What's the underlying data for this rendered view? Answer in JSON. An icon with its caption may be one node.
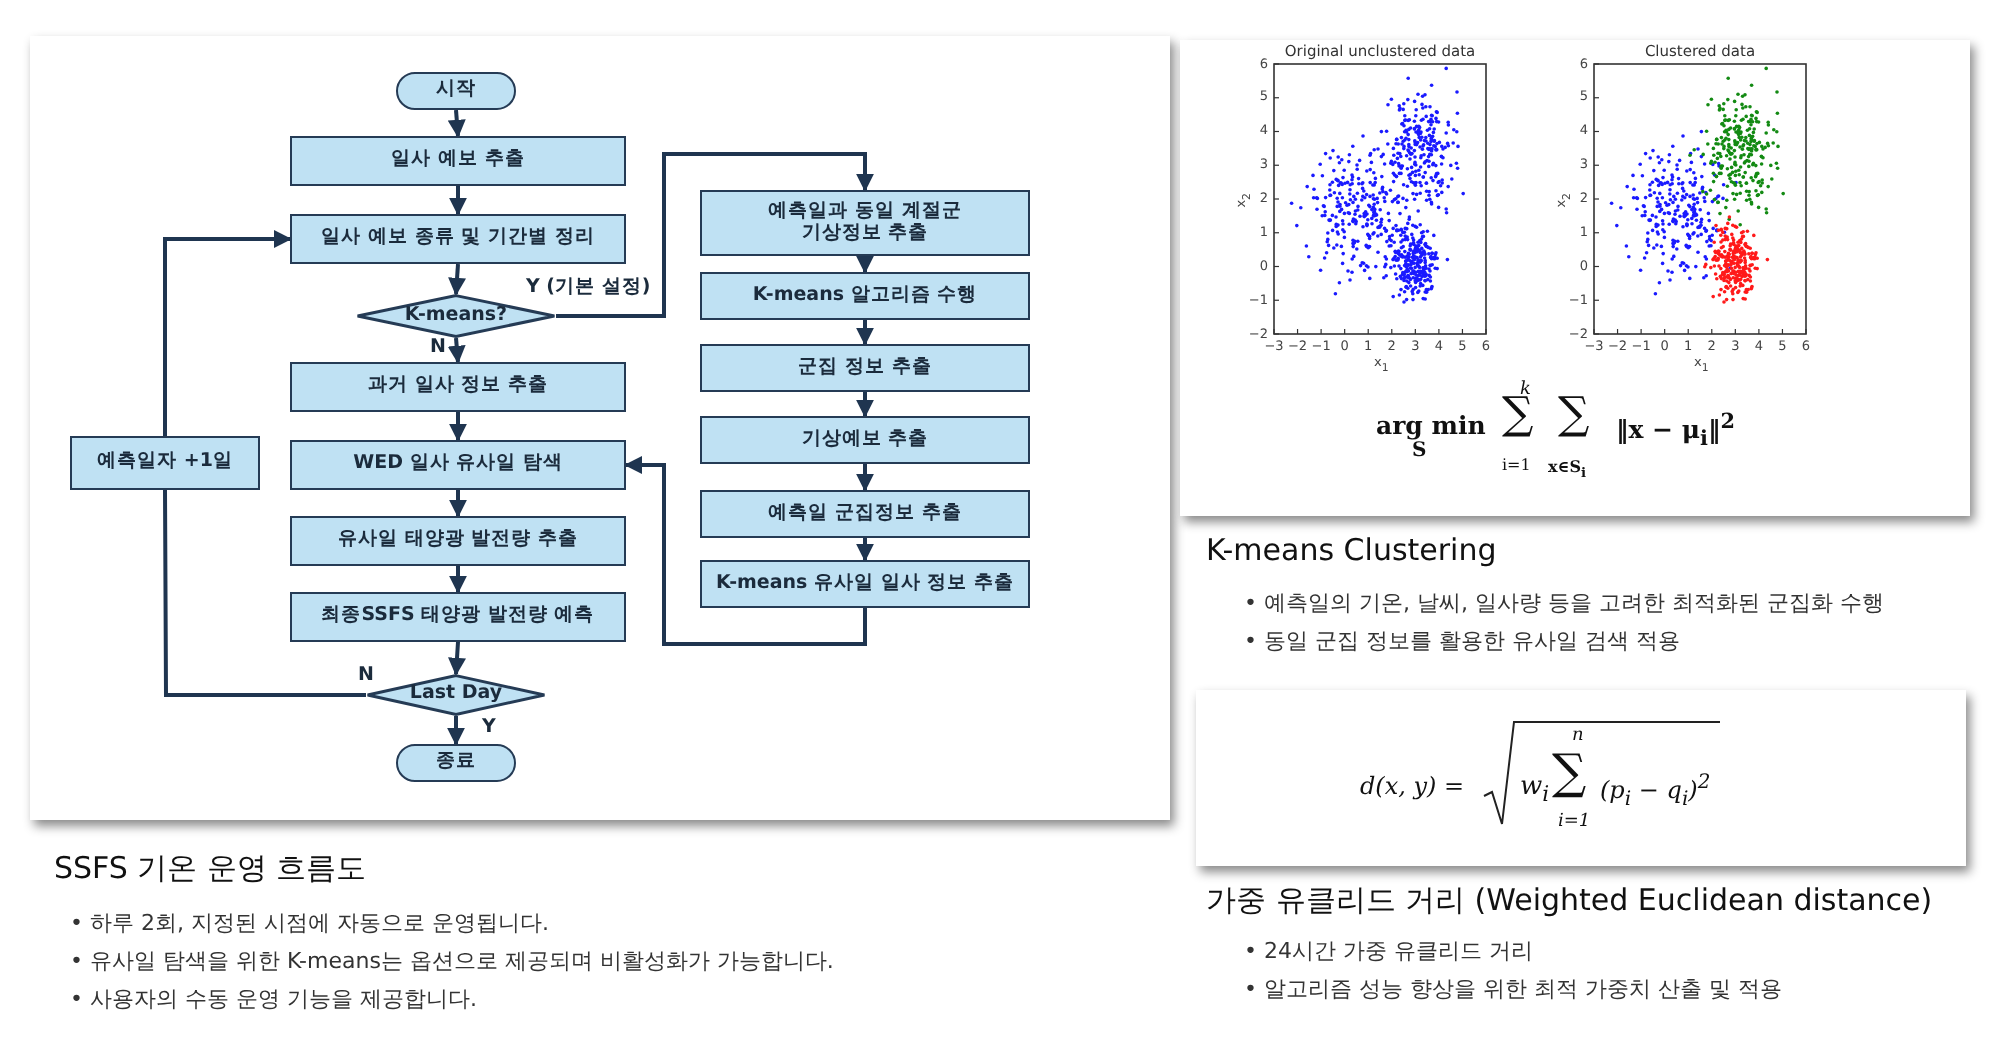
{
  "diagram": {
    "nodes": [
      {
        "text": [
          "시작"
        ]
      },
      {
        "text": [
          "일사 예보 추출"
        ]
      },
      {
        "text": [
          "일사 예보 종류 및 기간별 정리"
        ]
      },
      {
        "text": [
          "K-means?"
        ]
      },
      {
        "text": [
          "과거 일사 정보 추출"
        ]
      },
      {
        "text": [
          "WED 일사 유사일 탐색"
        ]
      },
      {
        "text": [
          "유사일 태양광 발전량 추출"
        ]
      },
      {
        "text": [
          "최종SSFS 태양광 발전량 예측"
        ]
      },
      {
        "text": [
          "Last Day"
        ]
      },
      {
        "text": [
          "종료"
        ]
      },
      {
        "text": [
          "예측일자 +1일"
        ]
      },
      {
        "text": [
          "예측일과 동일 계절군 기상정보 추출"
        ]
      },
      {
        "text": [
          "K-means 알고리즘 수행"
        ]
      },
      {
        "text": [
          "군집 정보 추출"
        ]
      },
      {
        "text": [
          "기상예보 추출"
        ]
      },
      {
        "text": [
          "예측일 군집정보 추출"
        ]
      },
      {
        "text": [
          "K-means 유사일 일사 정보 추출"
        ]
      }
    ],
    "edges": [
      {
        "from": 0,
        "to": 1,
        "arrow": "to"
      },
      {
        "from": 1,
        "to": 2,
        "arrow": "to"
      },
      {
        "from": 2,
        "to": 3,
        "arrow": "to"
      },
      {
        "from": 3,
        "to": 4,
        "arrow": "to",
        "label": "N"
      },
      {
        "from": 4,
        "to": 5,
        "arrow": "to"
      },
      {
        "from": 5,
        "to": 6,
        "arrow": "to"
      },
      {
        "from": 6,
        "to": 7,
        "arrow": "to"
      },
      {
        "from": 7,
        "to": 8,
        "arrow": "to"
      },
      {
        "from": 8,
        "to": 9,
        "arrow": "to",
        "label": "Y"
      },
      {
        "from": 8,
        "to": 10,
        "arrow": "none",
        "label": "N"
      },
      {
        "from": 10,
        "to": 2,
        "arrow": "to"
      },
      {
        "from": 3,
        "to": 11,
        "arrow": "to",
        "label": "Y (기본 설정)"
      },
      {
        "from": 11,
        "to": 12,
        "arrow": "to"
      },
      {
        "from": 12,
        "to": 13,
        "arrow": "to"
      },
      {
        "from": 13,
        "to": 14,
        "arrow": "to"
      },
      {
        "from": 14,
        "to": 15,
        "arrow": "to"
      },
      {
        "from": 15,
        "to": 16,
        "arrow": "to"
      },
      {
        "from": 16,
        "to": 5,
        "arrow": "to"
      }
    ],
    "labels": [
      "Original unclustered data",
      "6",
      "5",
      "4",
      "3",
      "2",
      "1",
      "0",
      "−1",
      "−2",
      "x$_{2}$",
      "−3",
      "−2",
      "−1",
      "0",
      "1",
      "2",
      "3",
      "4",
      "5",
      "6",
      "x$_{1}$",
      "Clustered data",
      "6",
      "5",
      "4",
      "3",
      "2",
      "1",
      "0",
      "−1",
      "−2",
      "x$_{2}$",
      "−3",
      "−2",
      "−1",
      "0",
      "1",
      "2",
      "3",
      "4",
      "5",
      "6",
      "x$_{1}$",
      "arg min",
      "S",
      "k",
      "∑",
      "i=1",
      "∑",
      "x∈S$_{i}$",
      "‖x − μ$_{i}$‖$^{2}$",
      "K-means Clustering",
      "• 예측일의 기온, 날씨, 일사량 등을 고려한 최적화된 군집화 수행",
      "• 동일 군집 정보를 활용한 유사일 검색 적용",
      "d(x, y) =",
      "n",
      "w$_{i}$",
      "∑",
      "(p$_{i}$ − q$_{i}$)$^{2}$",
      "i=1",
      "가중 유클리드 거리 (Weighted Euclidean distance)",
      "• 24시간 가중 유클리드 거리",
      "• 알고리즘 성능 향상을 위한 최적 가중치 산출 및 적용",
      "SSFS 기온 운영 흐름도",
      "• 하루 2회, 지정된 시점에 자동으로 운영됩니다.",
      "• 유사일 탐색을 위한 K-means는 옵션으로 제공되며 비활성화가 가능합니다.",
      "• 사용자의 수동 운영 기능을 제공합니다."
    ]
  }
}
